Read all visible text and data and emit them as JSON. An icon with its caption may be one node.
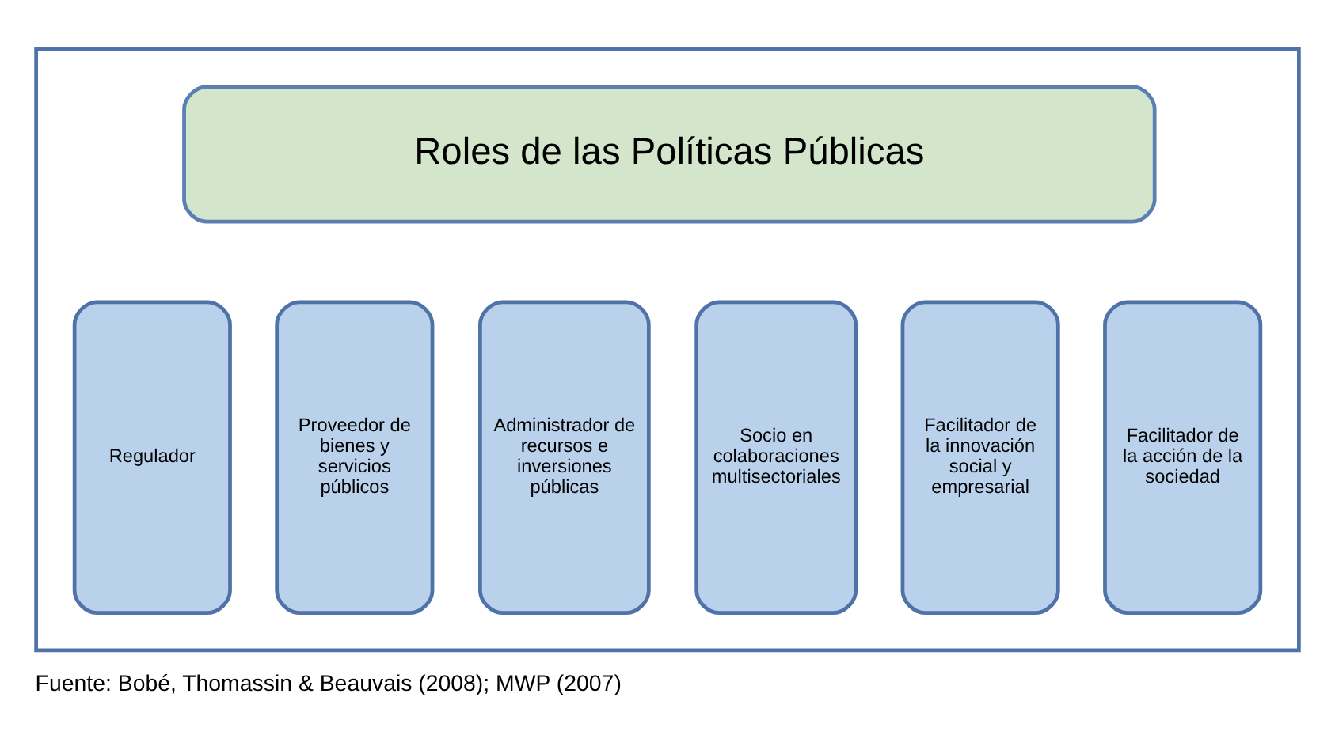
{
  "diagram": {
    "caption": "Fuente: Bobé, Thomassin & Beauvais (2008); MWP (2007)",
    "nodes": [
      {
        "text": [],
        "shape": "box"
      },
      {
        "text": [
          "Roles de las Políticas Públicas"
        ],
        "in": 0
      },
      {
        "text": [
          "Regulador"
        ],
        "in": 0
      },
      {
        "text": [
          "Proveedor de bienes y servicios públicos"
        ],
        "in": 0
      },
      {
        "text": [
          "Administrador de recursos e inversiones públicas"
        ],
        "in": 0
      },
      {
        "text": [
          "Socio en colaboraciones multisectoriales"
        ],
        "in": 0
      },
      {
        "text": [
          "Facilitador de la innovación social y empresarial"
        ],
        "in": 0
      },
      {
        "text": [
          "Facilitador de la acción de la sociedad"
        ],
        "in": 0
      }
    ]
  }
}
